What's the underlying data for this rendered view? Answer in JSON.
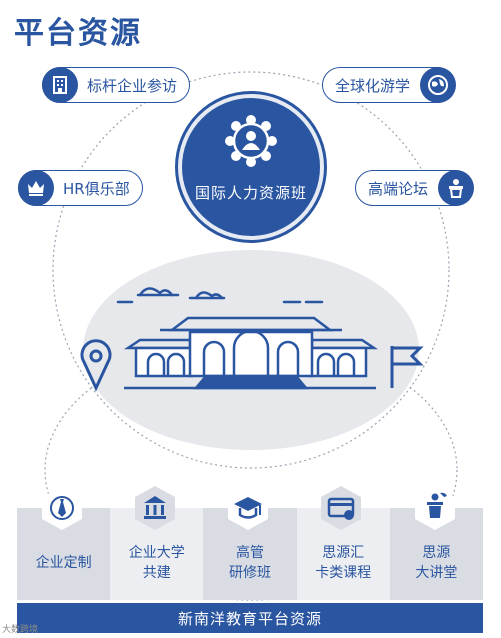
{
  "page": {
    "title": "平台资源"
  },
  "center": {
    "label": "国际人力资源班",
    "icon": "people-network-icon"
  },
  "pills": {
    "benchmark": {
      "label": "标杆企业参访",
      "icon": "building-icon"
    },
    "global": {
      "label": "全球化游学",
      "icon": "globe-icon"
    },
    "hr_club": {
      "label": "HR俱乐部",
      "icon": "crown-icon"
    },
    "forum": {
      "label": "高端论坛",
      "icon": "podium-icon"
    }
  },
  "tiles": [
    {
      "label": "企业定制",
      "icon": "tie-icon"
    },
    {
      "label": "企业大学\n共建",
      "icon": "institution-icon"
    },
    {
      "label": "高管\n研修班",
      "icon": "graduation-cap-icon"
    },
    {
      "label": "思源汇\n卡类课程",
      "icon": "card-icon"
    },
    {
      "label": "思源\n大讲堂",
      "icon": "speaker-icon"
    }
  ],
  "footer": {
    "label": "新南洋教育平台资源"
  },
  "watermark": {
    "label": "大数跨境"
  },
  "colors": {
    "primary": "#2a55a0",
    "tile_dark": "#d9dde3",
    "tile_light": "#eceef1",
    "ellipse": "#e6e8ec"
  }
}
